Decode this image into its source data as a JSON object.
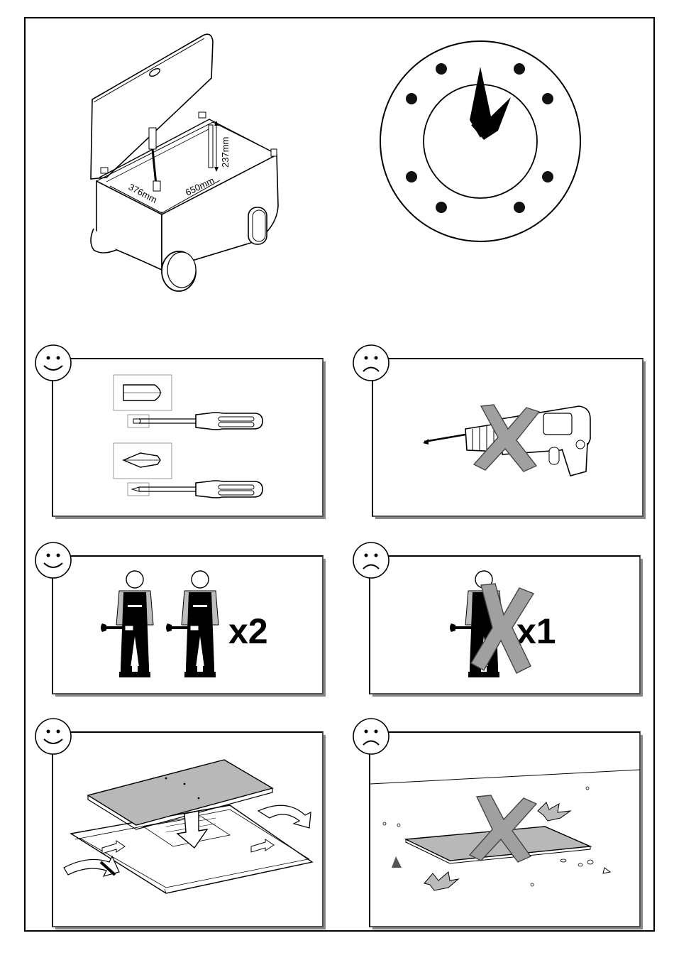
{
  "product": {
    "dimensions": {
      "depth": "376mm",
      "width": "650mm",
      "height": "237mm"
    }
  },
  "clock": {
    "hour_markers": 8
  },
  "panels": [
    {
      "id": "screwdrivers",
      "verdict": "good",
      "face": "smiley-icon",
      "content": "manual-screwdrivers"
    },
    {
      "id": "power-drill",
      "verdict": "bad",
      "face": "frown-icon",
      "content": "power-drill-crossed"
    },
    {
      "id": "two-people",
      "verdict": "good",
      "face": "smiley-icon",
      "count": "x2"
    },
    {
      "id": "one-person",
      "verdict": "bad",
      "face": "frown-icon",
      "count": "x1"
    },
    {
      "id": "assemble-on-packaging",
      "verdict": "good",
      "face": "smiley-icon",
      "content": "board-on-cardboard"
    },
    {
      "id": "assemble-on-floor",
      "verdict": "bad",
      "face": "frown-icon",
      "content": "board-on-hard-floor-crossed"
    }
  ],
  "colors": {
    "line": "#000000",
    "panel_fill": "#b8b8b8",
    "cross": "#a0a0a0"
  }
}
